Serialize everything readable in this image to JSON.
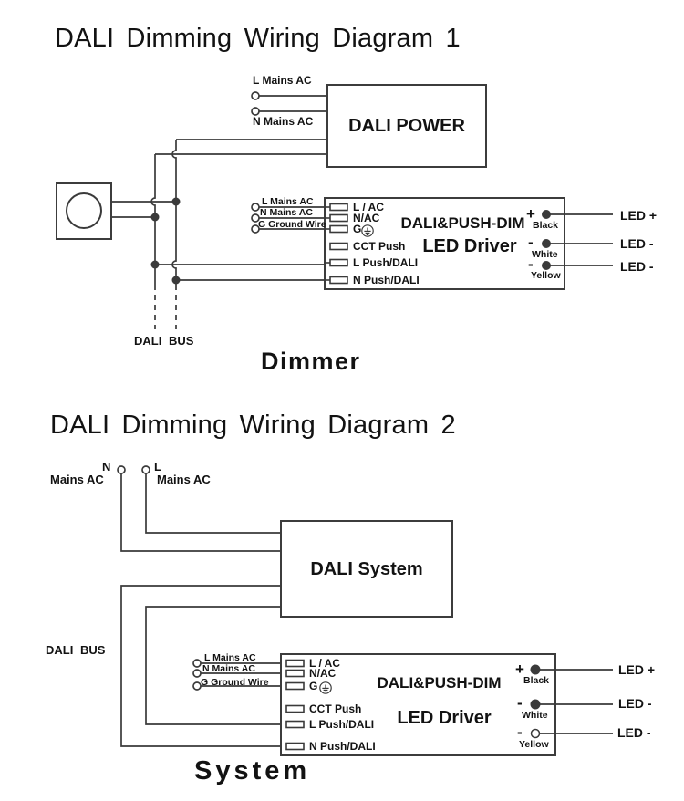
{
  "d1": {
    "title": "DALI Dimming Wiring Diagram 1",
    "power_label": "DALI POWER",
    "power_inputs": {
      "l": "L Mains AC",
      "n": "N Mains AC"
    },
    "driver_name_line1": "DALI&PUSH-DIM",
    "driver_name_line2": "LED Driver",
    "inputs": [
      "L Mains AC",
      "N Mains AC",
      "G Ground Wire"
    ],
    "terminals": [
      "L / AC",
      "N/AC",
      "G",
      "CCT Push",
      "L Push/DALI",
      "N Push/DALI"
    ],
    "outputs": [
      {
        "sign": "+",
        "color": "Black",
        "led": "LED +"
      },
      {
        "sign": "-",
        "color": "White",
        "led": "LED -"
      },
      {
        "sign": "-",
        "color": "Yellow",
        "led": "LED -"
      }
    ],
    "bus_label": "DALI BUS",
    "caption": "Dimmer"
  },
  "d2": {
    "title": "DALI Dimming Wiring Diagram 2",
    "mains_n": "N",
    "mains_l": "L",
    "mains_ac_left": "Mains AC",
    "mains_ac_right": "Mains AC",
    "system_label": "DALI System",
    "driver_name_line1": "DALI&PUSH-DIM",
    "driver_name_line2": "LED Driver",
    "inputs": [
      "L Mains AC",
      "N Mains AC",
      "G Ground Wire"
    ],
    "terminals": [
      "L / AC",
      "N/AC",
      "G",
      "CCT Push",
      "L Push/DALI",
      "N Push/DALI"
    ],
    "outputs": [
      {
        "sign": "+",
        "color": "Black",
        "led": "LED +"
      },
      {
        "sign": "-",
        "color": "White",
        "led": "LED -"
      },
      {
        "sign": "-",
        "color": "Yellow",
        "led": "LED -"
      }
    ],
    "bus_label": "DALI BUS",
    "caption": "System"
  },
  "colors": {
    "wire": "#3a3a3a",
    "text": "#121212",
    "background": "#ffffff"
  }
}
